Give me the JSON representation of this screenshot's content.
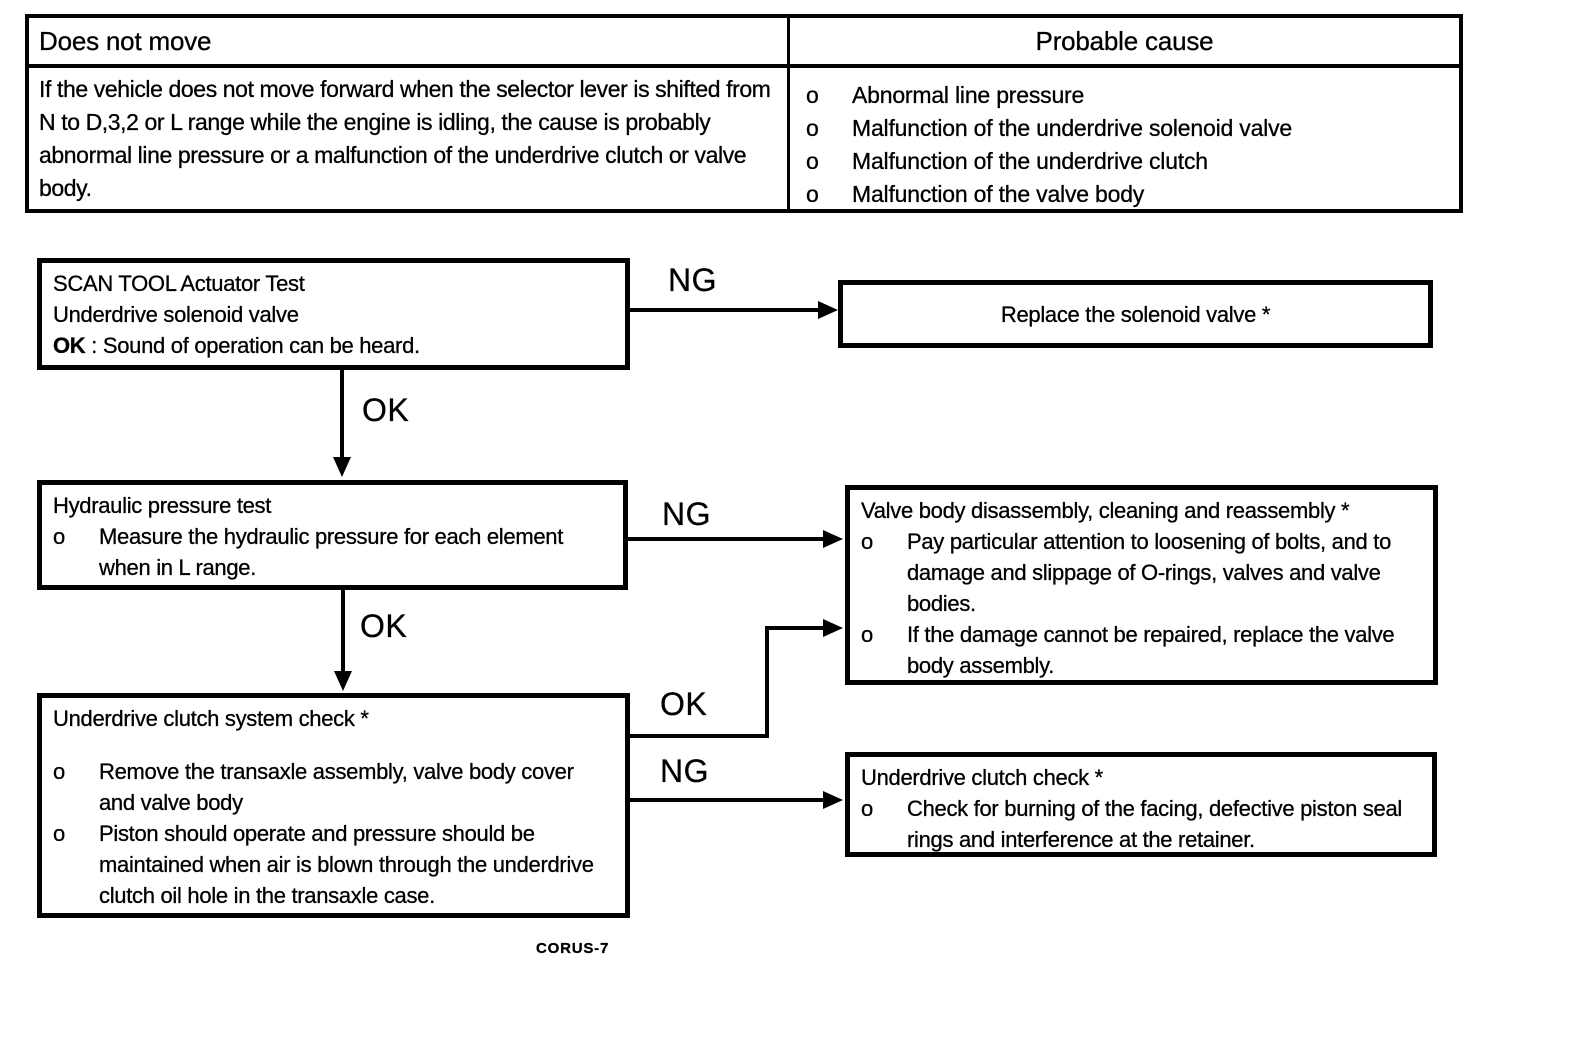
{
  "table": {
    "symptom_header": "Does not move",
    "cause_header": "Probable cause",
    "symptom_text": "If the vehicle does not move forward when the selector lever is shifted from N to D,3,2 or L range while the engine is idling, the cause is probably abnormal line pressure or a malfunction of the underdrive clutch or valve body.",
    "causes": [
      "Abnormal line pressure",
      "Malfunction of the underdrive solenoid valve",
      "Malfunction of the underdrive clutch",
      "Malfunction of the valve body"
    ]
  },
  "flowchart": {
    "bullet_char": "o",
    "scan_tool_box": {
      "line1": "SCAN TOOL Actuator Test",
      "line2": "Underdrive solenoid valve",
      "ok_label": "OK",
      "ok_rest": " : Sound of operation can be heard."
    },
    "replace_solenoid_box": {
      "text": "Replace the solenoid valve *"
    },
    "hydraulic_box": {
      "title": "Hydraulic pressure test",
      "bullets": [
        "Measure the hydraulic pressure for each element when in L range."
      ]
    },
    "clutch_system_box": {
      "title": "Underdrive clutch system check *",
      "bullets": [
        "Remove the transaxle assembly, valve body cover and valve body",
        "Piston should operate and pressure should be maintained when air is blown through the underdrive clutch oil hole in the transaxle case."
      ]
    },
    "valve_body_box": {
      "title": "Valve body disassembly, cleaning and reassembly *",
      "bullets": [
        "Pay particular attention to loosening of bolts, and to damage and slippage of O-rings, valves and valve bodies.",
        "If the damage cannot be repaired, replace the valve body assembly."
      ]
    },
    "clutch_check_box": {
      "title": "Underdrive clutch check *",
      "bullets": [
        "Check for burning of the facing, defective piston seal rings and interference at the retainer."
      ]
    },
    "connectors": {
      "ng1": "NG",
      "ok1": "OK",
      "ng2": "NG",
      "ok2": "OK",
      "ok3": "OK",
      "ng3": "NG"
    }
  },
  "page": {
    "footer": "CORUS-7"
  }
}
